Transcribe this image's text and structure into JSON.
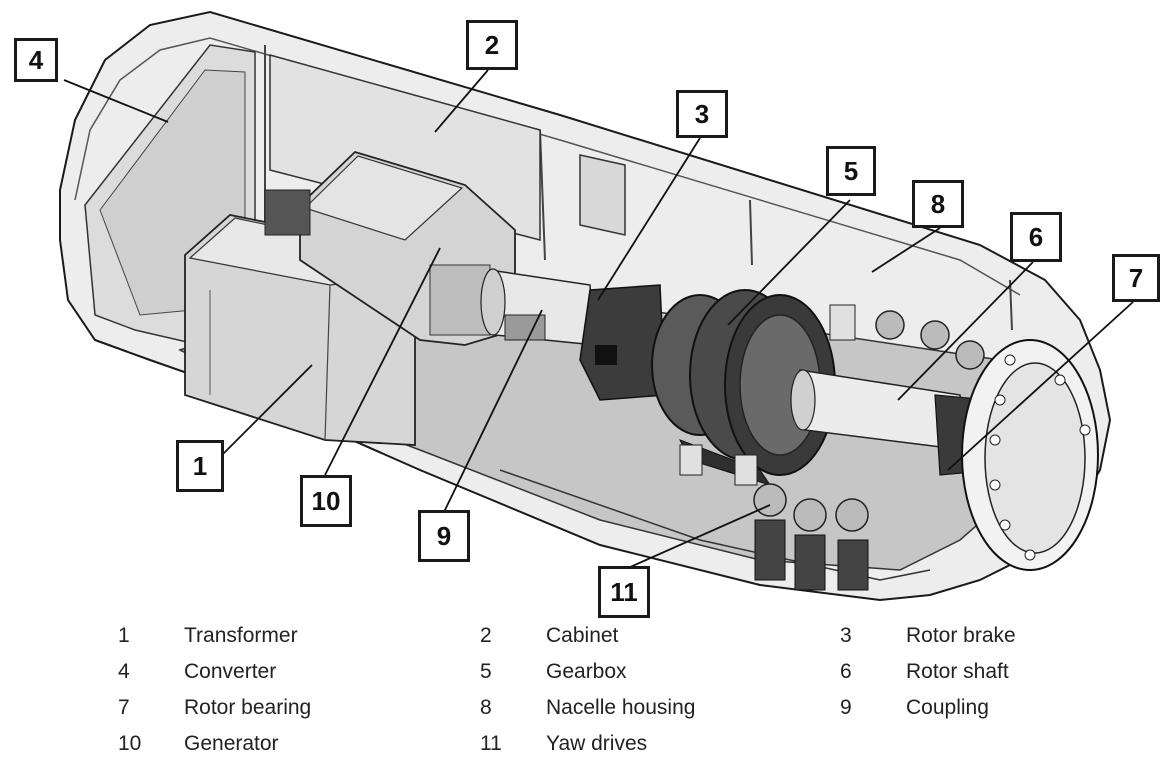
{
  "callouts": [
    {
      "id": "c1",
      "num": "1"
    },
    {
      "id": "c2",
      "num": "2"
    },
    {
      "id": "c3",
      "num": "3"
    },
    {
      "id": "c4",
      "num": "4"
    },
    {
      "id": "c5",
      "num": "5"
    },
    {
      "id": "c6",
      "num": "6"
    },
    {
      "id": "c7",
      "num": "7"
    },
    {
      "id": "c8",
      "num": "8"
    },
    {
      "id": "c9",
      "num": "9"
    },
    {
      "id": "c10",
      "num": "10"
    },
    {
      "id": "c11",
      "num": "11"
    }
  ],
  "legend": [
    {
      "num": "1",
      "label": "Transformer"
    },
    {
      "num": "2",
      "label": "Cabinet"
    },
    {
      "num": "3",
      "label": "Rotor brake"
    },
    {
      "num": "4",
      "label": "Converter"
    },
    {
      "num": "5",
      "label": "Gearbox"
    },
    {
      "num": "6",
      "label": "Rotor shaft"
    },
    {
      "num": "7",
      "label": "Rotor bearing"
    },
    {
      "num": "8",
      "label": "Nacelle housing"
    },
    {
      "num": "9",
      "label": "Coupling"
    },
    {
      "num": "10",
      "label": "Generator"
    },
    {
      "num": "11",
      "label": "Yaw drives"
    }
  ],
  "colors": {
    "housing": "#e6e6e6",
    "floor": "#c9c9c9",
    "dark": "#3c3c3c",
    "mid": "#8a8a8a",
    "line": "#1a1a1a"
  }
}
